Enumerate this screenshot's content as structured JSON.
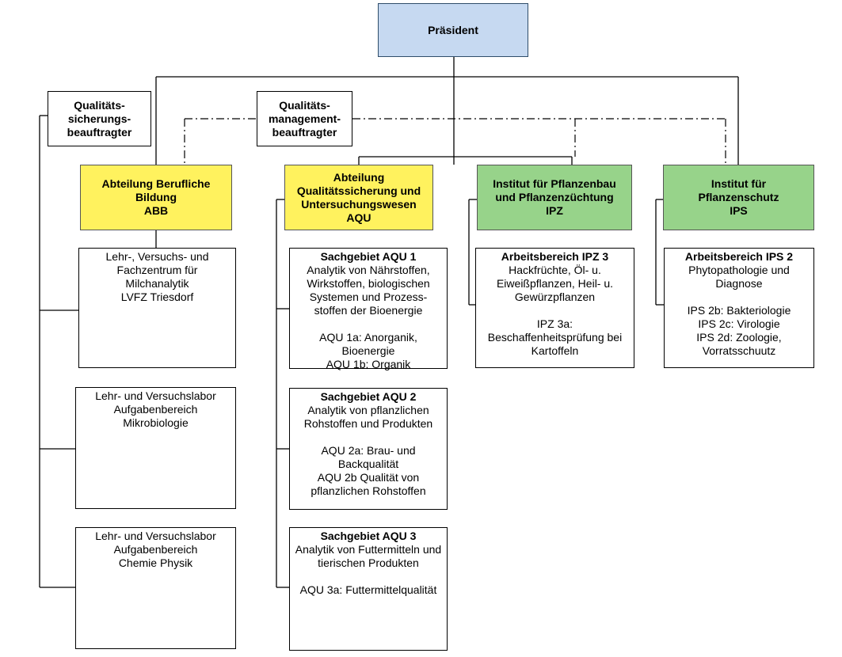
{
  "president": "Präsident",
  "qs_beauftragter": "Qualitäts-\nsicherungs-\nbeauftragter",
  "qm_beauftragter": "Qualitäts-\nmanagement-\nbeauftragter",
  "departments": {
    "abb": "Abteilung Berufliche\nBildung\nABB",
    "aqu": "Abteilung\nQualitätssicherung und\nUntersuchungswesen\nAQU",
    "ipz": "Institut für Pflanzenbau\nund Pflanzenzüchtung\nIPZ",
    "ips": "Institut für\nPflanzenschutz\nIPS"
  },
  "abb_units": [
    {
      "text": "Lehr-, Versuchs- und\nFachzentrum für\nMilchanalytik\nLVFZ Triesdorf"
    },
    {
      "text": "Lehr- und Versuchslabor\nAufgabenbereich\nMikrobiologie"
    },
    {
      "text": "Lehr- und Versuchslabor\nAufgabenbereich\nChemie Physik"
    }
  ],
  "aqu_units": [
    {
      "title": "Sachgebiet AQU 1",
      "text": "Analytik von Nährstoffen,\nWirkstoffen, biologischen\nSystemen und Prozess-\nstoffen der Bioenergie\n\nAQU 1a: Anorganik,\nBioenergie\nAQU 1b: Organik"
    },
    {
      "title": "Sachgebiet AQU 2",
      "text": "Analytik von pflanzlichen\nRohstoffen und Produkten\n\nAQU 2a: Brau- und\nBackqualität\nAQU 2b Qualität von\npflanzlichen Rohstoffen"
    },
    {
      "title": "Sachgebiet AQU 3",
      "text": "Analytik von Futtermitteln und\ntierischen Produkten\n\nAQU 3a: Futtermittelqualität"
    }
  ],
  "ipz_unit": {
    "title": "Arbeitsbereich IPZ 3",
    "text": "Hackfrüchte, Öl- u.\nEiweißpflanzen, Heil- u.\nGewürzpflanzen\n\nIPZ 3a:\nBeschaffenheitsprüfung bei\nKartoffeln"
  },
  "ips_unit": {
    "title": "Arbeitsbereich  IPS 2",
    "text": "Phytopathologie und\nDiagnose\n\nIPS 2b: Bakteriologie\nIPS 2c: Virologie\nIPS 2d: Zoologie,\nVorratsschuutz"
  },
  "colors": {
    "president": "#c6d9f1",
    "abteilung": "#fff25e",
    "institut": "#97d38a"
  }
}
